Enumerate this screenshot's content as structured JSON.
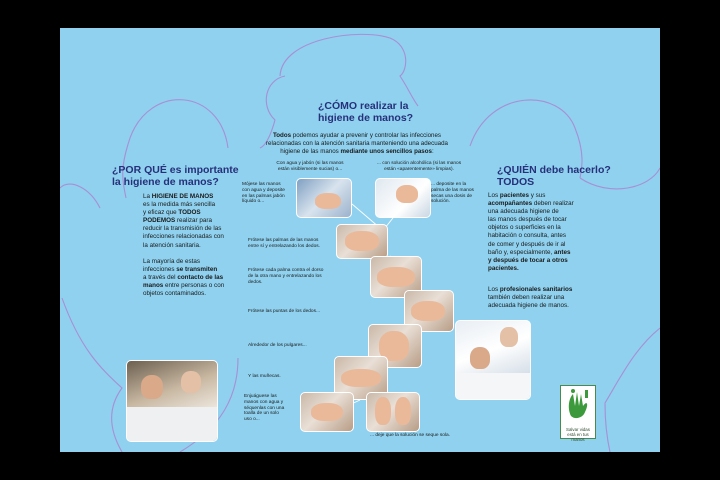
{
  "center": {
    "title": [
      "¿CÓMO realizar la",
      "higiene de manos?"
    ],
    "intro_bold": "Todos",
    "intro_1": " podemos ayudar a prevenir y controlar las infecciones",
    "intro_2": "relacionadas con la atención sanitaria manteniendo una adecuada",
    "intro_3": "higiene de las manos ",
    "intro_3_bold": "mediante unos sencillos pasos",
    "intro_3_end": ":",
    "col_soap": [
      "Con agua y jabón (si las manos",
      "están visiblemente sucias) o..."
    ],
    "col_alcohol": [
      "... con solución alcohólica (si las manos",
      "están «aparentemente» limpias)."
    ],
    "steps": {
      "wet": [
        "Mójese las manos",
        "con agua y deposite",
        "en las palmas jabón",
        "líquido o..."
      ],
      "deposit": [
        "... deposite en la",
        "palma de las manos",
        "secas una dosis de",
        "solución."
      ],
      "palms": [
        "Frótese las palmas de las manos",
        "entre sí y entrelazando los dedos."
      ],
      "backs": [
        "Frótese cada palma contra el dorso",
        "de la otra mano y entrelazando los",
        "dedos."
      ],
      "tips": [
        "Frótese las puntas de los dedos..."
      ],
      "thumbs": [
        "Alrededor de los pulgares..."
      ],
      "wrists": [
        "Y las muñecas."
      ],
      "rinse": [
        "Enjuáguese las",
        "manos con agua y",
        "séquenlas con una",
        "toalla de un solo",
        "uso o..."
      ],
      "dry": [
        "... deje que la solución se seque sola."
      ]
    }
  },
  "left": {
    "title": [
      "¿POR QUÉ es importante",
      "la higiene de manos?"
    ],
    "p1": [
      [
        {
          "t": "La "
        },
        {
          "t": "HIGIENE DE MANOS",
          "b": true
        }
      ],
      [
        {
          "t": "es la medida más sencilla"
        }
      ],
      [
        {
          "t": "y eficaz que "
        },
        {
          "t": "TODOS",
          "b": true
        }
      ],
      [
        {
          "t": "PODEMOS",
          "b": true
        },
        {
          "t": " realizar para"
        }
      ],
      [
        {
          "t": "reducir la transmisión de las"
        }
      ],
      [
        {
          "t": "infecciones relacionadas con"
        }
      ],
      [
        {
          "t": "la atención sanitaria."
        }
      ]
    ],
    "p2": [
      [
        {
          "t": "La mayoría de estas"
        }
      ],
      [
        {
          "t": "infecciones "
        },
        {
          "t": "se transmiten",
          "b": true
        }
      ],
      [
        {
          "t": "a través del "
        },
        {
          "t": "contacto de las",
          "b": true
        }
      ],
      [
        {
          "t": "manos",
          "b": true
        },
        {
          "t": " entre personas o con"
        }
      ],
      [
        {
          "t": "objetos contaminados."
        }
      ]
    ]
  },
  "right": {
    "title": [
      "¿QUIÉN debe hacerlo?",
      "TODOS"
    ],
    "p1": [
      [
        {
          "t": "Los "
        },
        {
          "t": "pacientes",
          "b": true
        },
        {
          "t": " y sus"
        }
      ],
      [
        {
          "t": "acompañantes",
          "b": true
        },
        {
          "t": " deben realizar"
        }
      ],
      [
        {
          "t": "una adecuada higiene de"
        }
      ],
      [
        {
          "t": "las manos después de tocar"
        }
      ],
      [
        {
          "t": "objetos o superficies en la"
        }
      ],
      [
        {
          "t": "habitación o consulta, antes"
        }
      ],
      [
        {
          "t": "de comer y después de ir al"
        }
      ],
      [
        {
          "t": "baño y, especialmente, "
        },
        {
          "t": "antes",
          "b": true
        }
      ],
      [
        {
          "t": "y después de tocar a otros",
          "b": true
        }
      ],
      [
        {
          "t": "pacientes.",
          "b": true
        }
      ]
    ],
    "p2": [
      [
        {
          "t": "Los "
        },
        {
          "t": "profesionales sanitarios",
          "b": true
        }
      ],
      [
        {
          "t": "también deben realizar una"
        }
      ],
      [
        {
          "t": "adecuada higiene de manos."
        }
      ]
    ]
  },
  "logo": [
    "Salvar vidas",
    "está en tus manos"
  ],
  "colors": {
    "background": "#8fd1ee",
    "heading": "#27307a",
    "outline": "#a98fd4"
  }
}
